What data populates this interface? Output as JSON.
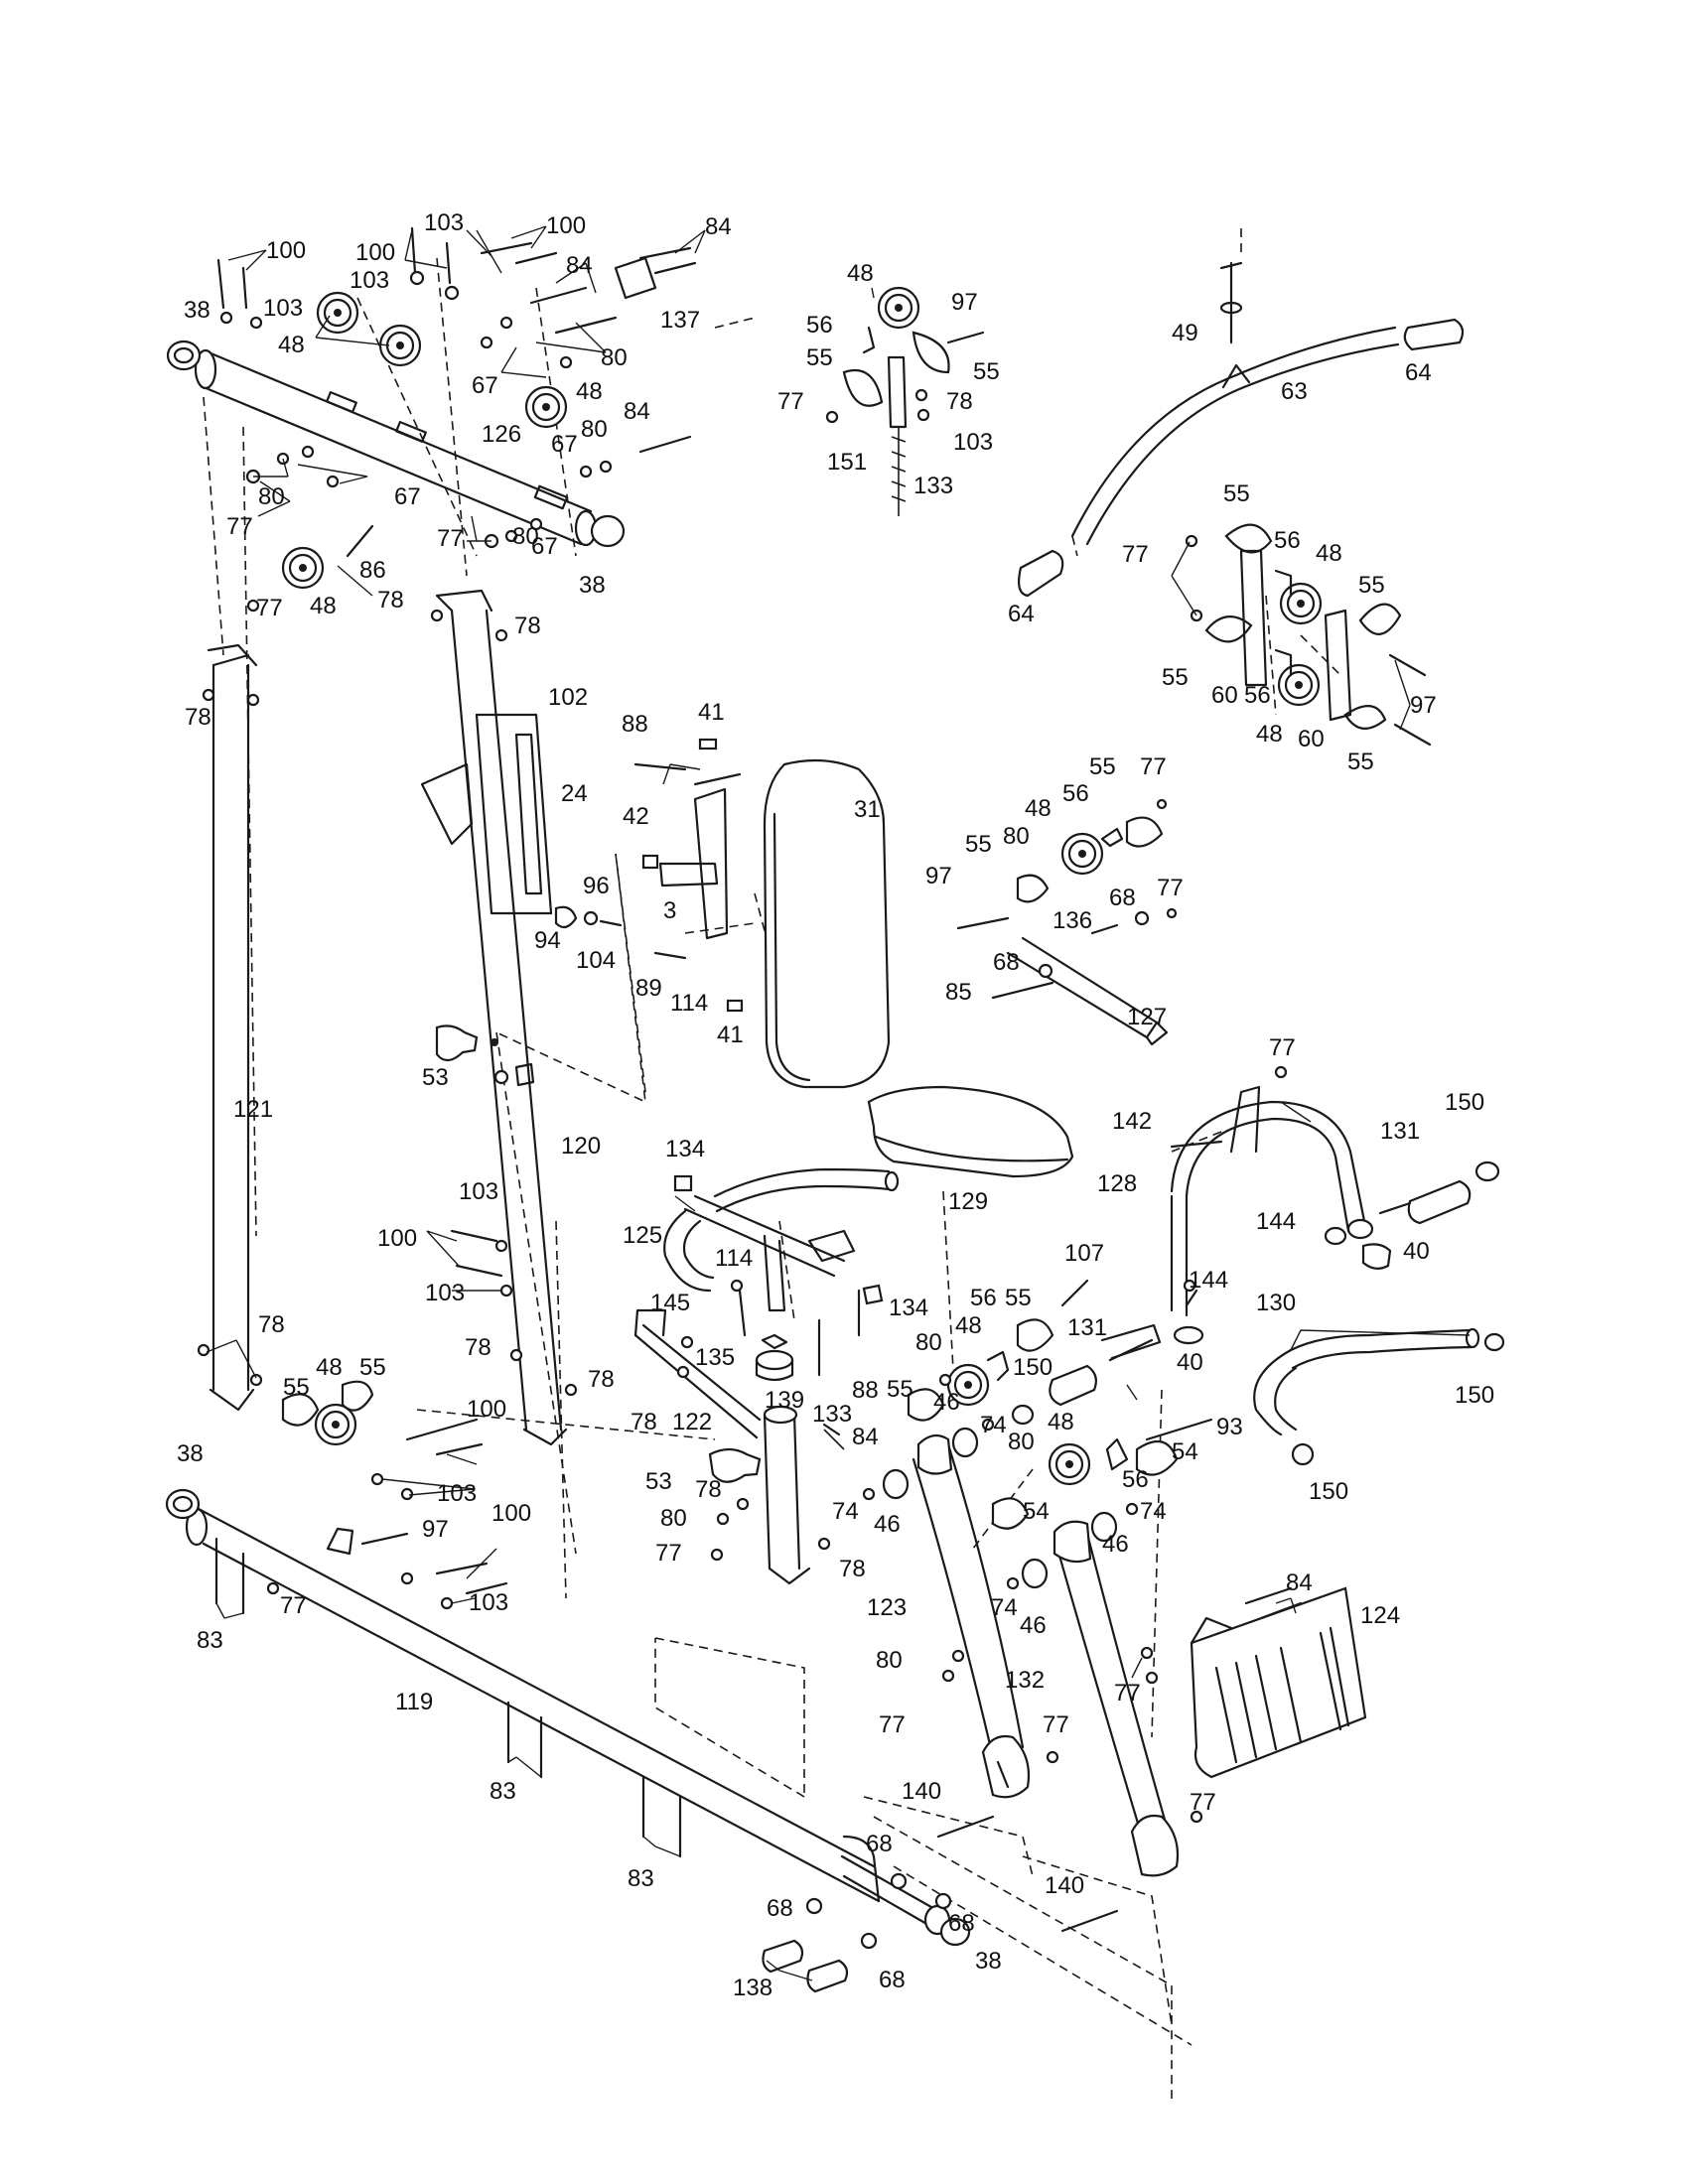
{
  "callouts": {
    "c38_tl": "38",
    "c100_a": "100",
    "c103_a": "103",
    "c48_a": "48",
    "c100_b": "100",
    "c103_b": "103",
    "c103_c": "103",
    "c100_c": "100",
    "c84_a": "84",
    "c84_b": "84",
    "c137": "137",
    "c80_a": "80",
    "c67_a": "67",
    "c48_b": "48",
    "c84_c": "84",
    "c67_b": "67",
    "c80_b": "80",
    "c126": "126",
    "c80_c": "80",
    "c67_c": "67",
    "c77_a": "77",
    "c67_d": "67",
    "c86": "86",
    "c77_b": "77",
    "c80_d": "80",
    "c38_r": "38",
    "c77_c": "77",
    "c48_c": "48",
    "c48_d": "48",
    "c97_a": "97",
    "c56_a": "56",
    "c55_a": "55",
    "c55_b": "55",
    "c77_d": "77",
    "c78_a": "78",
    "c103_d": "103",
    "c151": "151",
    "c133_a": "133",
    "c49": "49",
    "c63": "63",
    "c64_a": "64",
    "c64_b": "64",
    "c55_c": "55",
    "c77_e": "77",
    "c56_b": "56",
    "c48_e": "48",
    "c55_d": "55",
    "c55_e": "55",
    "c60_a": "60",
    "c56_c": "56",
    "c97_b": "97",
    "c48_f": "48",
    "c60_b": "60",
    "c55_f": "55",
    "c78_b": "78",
    "c78_c": "78",
    "c78_d": "78",
    "c102": "102",
    "c24": "24",
    "c96": "96",
    "c94": "94",
    "c104": "104",
    "c53_a": "53",
    "c121": "121",
    "c120": "120",
    "c88_a": "88",
    "c41_a": "41",
    "c42": "42",
    "c3": "3",
    "c89": "89",
    "c114_a": "114",
    "c41_b": "41",
    "c31": "31",
    "c55_g": "55",
    "c77_f": "77",
    "c48_g": "48",
    "c56_d": "56",
    "c55_h": "55",
    "c80_e": "80",
    "c97_c": "97",
    "c136": "136",
    "c68_a": "68",
    "c77_g": "77",
    "c68_b": "68",
    "c85": "85",
    "c127": "127",
    "c129": "129",
    "c77_h": "77",
    "c142": "142",
    "c150_a": "150",
    "c131_a": "131",
    "c128": "128",
    "c144_a": "144",
    "c40_a": "40",
    "c144_b": "144",
    "c130": "130",
    "c150_b": "150",
    "c40_b": "40",
    "c93": "93",
    "c150_c": "150",
    "c134_a": "134",
    "c125": "125",
    "c114_b": "114",
    "c145": "145",
    "c134_b": "134",
    "c135": "135",
    "c139": "139",
    "c88_b": "88",
    "c107": "107",
    "c56_e": "56",
    "c55_i": "55",
    "c48_h": "48",
    "c80_f": "80",
    "c131_b": "131",
    "c150_d": "150",
    "c55_j": "55",
    "c46_a": "46",
    "c74_a": "74",
    "c103_e": "103",
    "c100_d": "100",
    "c103_f": "103",
    "c78_e": "78",
    "c78_f": "78",
    "c78_g": "78",
    "c78_h": "78",
    "c122": "122",
    "c48_i": "48",
    "c55_k": "55",
    "c55_l": "55",
    "c100_e": "100",
    "c103_g": "103",
    "c38_bl": "38",
    "c97_d": "97",
    "c100_f": "100",
    "c103_h": "103",
    "c83_a": "83",
    "c77_i": "77",
    "c119": "119",
    "c83_b": "83",
    "c83_c": "83",
    "c53_b": "53",
    "c78_i": "78",
    "c133_b": "133",
    "c84_d": "84",
    "c80_g": "80",
    "c77_j": "77",
    "c78_j": "78",
    "c74_b": "74",
    "c46_b": "46",
    "c80_h": "80",
    "c48_j": "48",
    "c54_a": "54",
    "c56_f": "56",
    "c54_b": "54",
    "c74_c": "74",
    "c46_c": "46",
    "c74_d": "74",
    "c46_d": "46",
    "c123": "123",
    "c84_e": "84",
    "c124": "124",
    "c77_k": "77",
    "c132": "132",
    "c80_i": "80",
    "c77_l": "77",
    "c77_m": "77",
    "c140_a": "140",
    "c77_n": "77",
    "c140_b": "140",
    "c68_c": "68",
    "c68_d": "68",
    "c68_e": "68",
    "c38_br": "38",
    "c68_f": "68",
    "c138": "138"
  }
}
